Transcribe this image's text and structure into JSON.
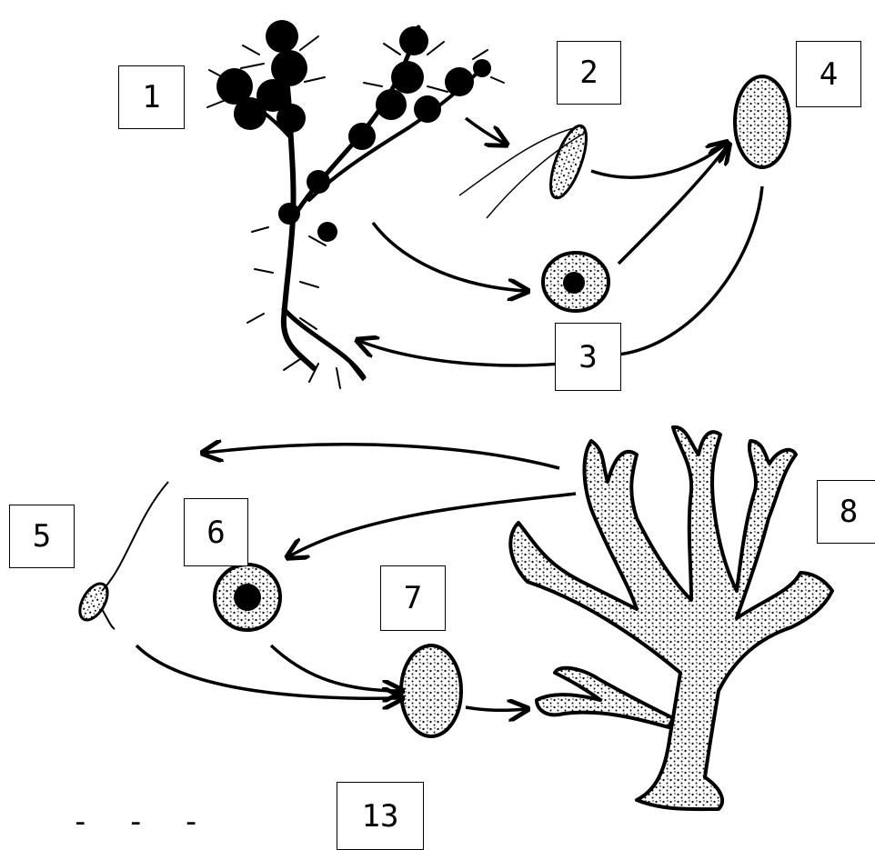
{
  "labels": {
    "l1": "1",
    "l2": "2",
    "l3": "3",
    "l4": "4",
    "l5": "5",
    "l6": "6",
    "l7": "7",
    "l8": "8",
    "l13": "13"
  },
  "footer_mark": "- - -",
  "colors": {
    "ink": "#000000",
    "paper": "#ffffff"
  }
}
